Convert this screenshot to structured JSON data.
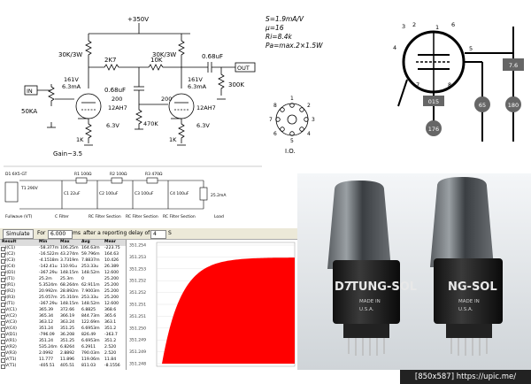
{
  "schematic": {
    "supply": "+350V",
    "r_load_left": "30K/3W",
    "r_load_right": "30K/3W",
    "r_2k7": "2K7",
    "r_10k": "10K",
    "cap_out": "0.68uF",
    "out_label": "OUT",
    "r_300k": "300K",
    "in_label": "IN",
    "pot": "50KA",
    "cap_mid": "0.68uF",
    "v1_volts": "161V",
    "v1_current": "6.3mA",
    "v2_volts": "161V",
    "v2_current": "6.3mA",
    "r_200_left": "200",
    "r_200_right": "200",
    "tube1": "12AH7",
    "tube2": "12AH7",
    "r_470k": "470K",
    "heater1": "6.3V",
    "heater2": "6.3V",
    "r_1k_left": "1K",
    "r_1k_right": "1K",
    "gain": "Gain~3.5"
  },
  "specs": {
    "line1": "S=1.9mA/V",
    "line2": "μ=16",
    "line3": "Ri=8.4k",
    "line4": "Pa=max.2×1.5W",
    "socket_label": "I.O.",
    "pins": [
      "1",
      "2",
      "3",
      "4",
      "5",
      "6",
      "7",
      "8"
    ]
  },
  "pinout": {
    "pins": [
      "1",
      "2",
      "3",
      "4",
      "5",
      "6",
      "7",
      "8"
    ],
    "voltages": [
      "7.6",
      "65",
      "180",
      "176",
      "015"
    ]
  },
  "psu": {
    "transformer": "T1 290V",
    "rectifier": "D1 6X5-GT",
    "c1": "C1 22uF",
    "c2": "C2 100uF",
    "c3": "C3 100uF",
    "c4": "C4 100uF",
    "r1": "R1 100Ω",
    "r2": "R2 100Ω",
    "r3": "R3 470Ω",
    "load": "25.2mA",
    "sections": [
      "Fullwave (VT)",
      "C Filter",
      "RC Filter Section",
      "RC Filter Section",
      "RC Filter Section",
      "Load"
    ]
  },
  "sim": {
    "simulate_button": "Simulate",
    "for_label": "For",
    "duration": "6.000",
    "unit_ms": "ms",
    "delay_label": "after a reporting delay of",
    "delay": "4",
    "unit_s": "S",
    "columns": [
      "Result",
      "Min",
      "Max",
      "Avg",
      "Mear"
    ],
    "rows": [
      [
        "I(C1)",
        "-58.377m",
        "106.25m",
        "164.63m",
        "-223.75"
      ],
      [
        "I(C2)",
        "-16.522m",
        "43.274m",
        "59.796m",
        "164.63"
      ],
      [
        "I(C3)",
        "-4.1518m",
        "3.7319m",
        "7.8837m",
        "10.426"
      ],
      [
        "I(C4)",
        "-142.41u",
        "110.91u",
        "253.33u",
        "26.389"
      ],
      [
        "I(D1)",
        "-367.29u",
        "148.15m",
        "148.52m",
        "12.600"
      ],
      [
        "I(T1)",
        "25.2m",
        "25.3m",
        "0",
        "25.200"
      ],
      [
        "I(R1)",
        "5.3524m",
        "68.264m",
        "62.911m",
        "25.200"
      ],
      [
        "I(R2)",
        "20.992m",
        "28.892m",
        "7.9003m",
        "25.200"
      ],
      [
        "I(R3)",
        "25.057m",
        "25.310m",
        "253.33u",
        "25.200"
      ],
      [
        "I(T1)",
        "-367.29u",
        "148.15m",
        "148.52m",
        "12.600"
      ],
      [
        "V(C1)",
        "365.39",
        "372.66",
        "6.8825",
        "368.6"
      ],
      [
        "V(C2)",
        "365.34",
        "366.19",
        "844.73m",
        "365.6"
      ],
      [
        "V(C3)",
        "363.12",
        "363.24",
        "122.69m",
        "363.1"
      ],
      [
        "V(C4)",
        "351.24",
        "351.25",
        "6.6953m",
        "351.2"
      ],
      [
        "V(D1)",
        "-796.09",
        "36.208",
        "826.49",
        "-363.7"
      ],
      [
        "V(R1)",
        "351.24",
        "351.25",
        "6.6953m",
        "351.2"
      ],
      [
        "V(R2)",
        "535.24m",
        "6.8264",
        "6.2911",
        "2.520"
      ],
      [
        "V(R3)",
        "2.0992",
        "2.8892",
        "790.03m",
        "2.520"
      ],
      [
        "V(T1)",
        "11.777",
        "11.896",
        "119.06m",
        "11.84"
      ],
      [
        "V(T1)",
        "-405.51",
        "405.51",
        "811.03",
        "-8.1556"
      ]
    ],
    "plot_ticks": [
      "351.254",
      "351.253",
      "351.253",
      "351.252",
      "351.252",
      "351.251",
      "351.251",
      "351.250",
      "351.249",
      "351.249",
      "351.248"
    ],
    "plot_color": "#ff0000"
  },
  "photo": {
    "tube_left_brand": "TUNG-SOL",
    "tube_left_prefix": "D7",
    "tube_left_made": "MADE IN",
    "tube_left_country": "U.S.A.",
    "tube_right_brand": "NG-SOL",
    "tube_right_made": "MADE IN",
    "tube_right_country": "U.S.A."
  },
  "footer": {
    "credit": "[850x587] https://upic.me/"
  }
}
